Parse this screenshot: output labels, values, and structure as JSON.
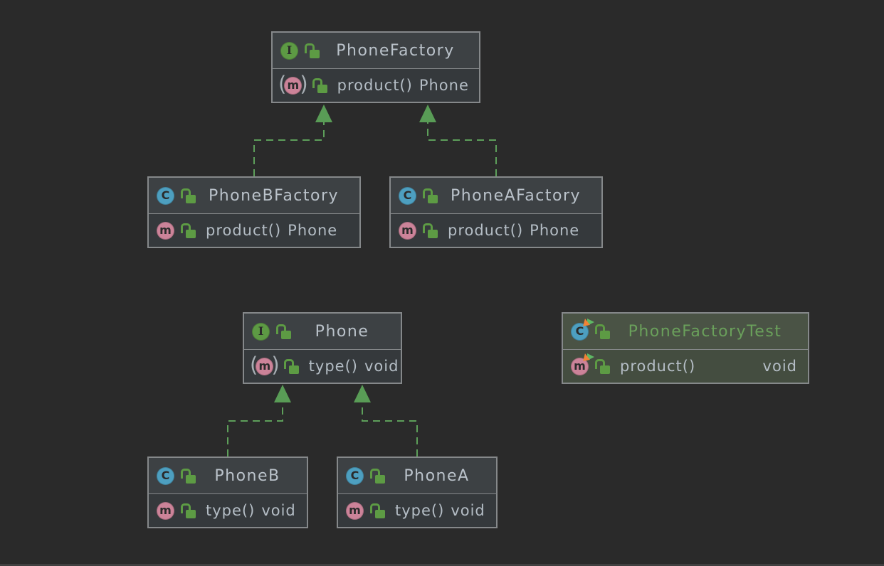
{
  "colors": {
    "bg": "#2a2a2a",
    "node_border": "#85888a",
    "header_bg": "#3d4144",
    "body_bg": "#35393c",
    "test_header_bg": "#4a5345",
    "test_body_bg": "#444d40",
    "title_text": "#bac2ca",
    "method_text": "#b4bdc5",
    "test_title": "#6aa05b",
    "icon_letter": "#2b2b2b",
    "interface_icon": "#5d9a44",
    "class_icon": "#4d9fc0",
    "method_icon": "#cc8399",
    "lock": "#5d9b44",
    "paren": "#a7aeb4",
    "badge_orange": "#f08336",
    "badge_green": "#5fb865",
    "arrow_line": "#5d9f5a",
    "arrow_fill": "#599c56",
    "scrollbar": "#404040"
  },
  "icons": {
    "abstract_open": "(",
    "abstract_close": ")"
  },
  "nodes": [
    {
      "title": "PhoneFactory",
      "kind": "interface",
      "icon_letter": "I",
      "visibility": "public",
      "method": {
        "icon_letter": "m",
        "abstract": true,
        "signature": "product()",
        "returns": "Phone",
        "visibility": "public"
      }
    },
    {
      "title": "PhoneBFactory",
      "kind": "class",
      "icon_letter": "C",
      "visibility": "public",
      "method": {
        "icon_letter": "m",
        "abstract": false,
        "signature": "product()",
        "returns": "Phone",
        "visibility": "public"
      }
    },
    {
      "title": "PhoneAFactory",
      "kind": "class",
      "icon_letter": "C",
      "visibility": "public",
      "method": {
        "icon_letter": "m",
        "abstract": false,
        "signature": "product()",
        "returns": "Phone",
        "visibility": "public"
      }
    },
    {
      "title": "Phone",
      "kind": "interface",
      "icon_letter": "I",
      "visibility": "public",
      "method": {
        "icon_letter": "m",
        "abstract": true,
        "signature": "type()",
        "returns": "void",
        "visibility": "public"
      }
    },
    {
      "title": "PhoneFactoryTest",
      "kind": "class",
      "icon_letter": "C",
      "visibility": "public",
      "test": true,
      "method": {
        "icon_letter": "m",
        "abstract": false,
        "signature": "product()",
        "returns": "void",
        "visibility": "public"
      }
    },
    {
      "title": "PhoneB",
      "kind": "class",
      "icon_letter": "C",
      "visibility": "public",
      "method": {
        "icon_letter": "m",
        "abstract": false,
        "signature": "type()",
        "returns": "void",
        "visibility": "public"
      }
    },
    {
      "title": "PhoneA",
      "kind": "class",
      "icon_letter": "C",
      "visibility": "public",
      "method": {
        "icon_letter": "m",
        "abstract": false,
        "signature": "type()",
        "returns": "void",
        "visibility": "public"
      }
    }
  ],
  "edges": [
    {
      "from": "PhoneBFactory",
      "to": "PhoneFactory",
      "relation": "implements"
    },
    {
      "from": "PhoneAFactory",
      "to": "PhoneFactory",
      "relation": "implements"
    },
    {
      "from": "PhoneB",
      "to": "Phone",
      "relation": "implements"
    },
    {
      "from": "PhoneA",
      "to": "Phone",
      "relation": "implements"
    }
  ]
}
